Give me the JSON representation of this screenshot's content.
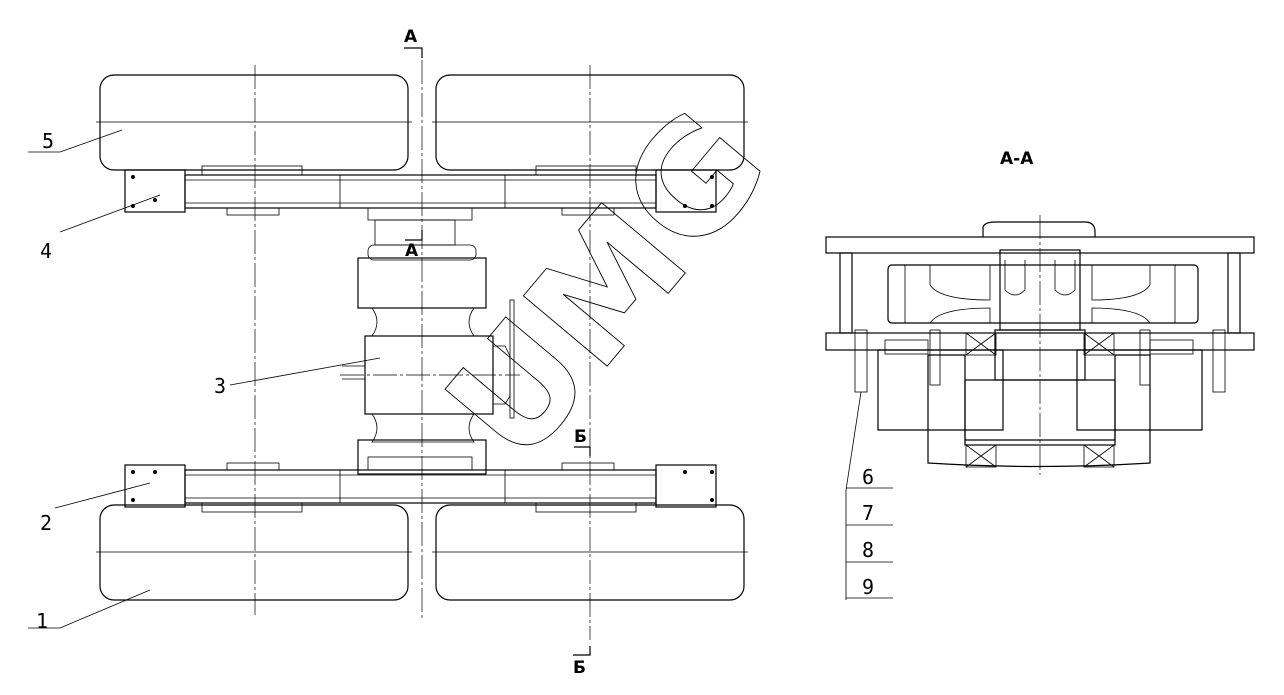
{
  "drawing": {
    "watermark": "UMG",
    "part_labels": [
      "1",
      "2",
      "3",
      "4",
      "5"
    ],
    "section_marks": {
      "a_top": "А",
      "a_mid": "А",
      "b_top": "Б",
      "b_bottom": "Б"
    },
    "section_view": {
      "title": "А-А",
      "part_labels": [
        "6",
        "7",
        "8",
        "9"
      ]
    }
  }
}
